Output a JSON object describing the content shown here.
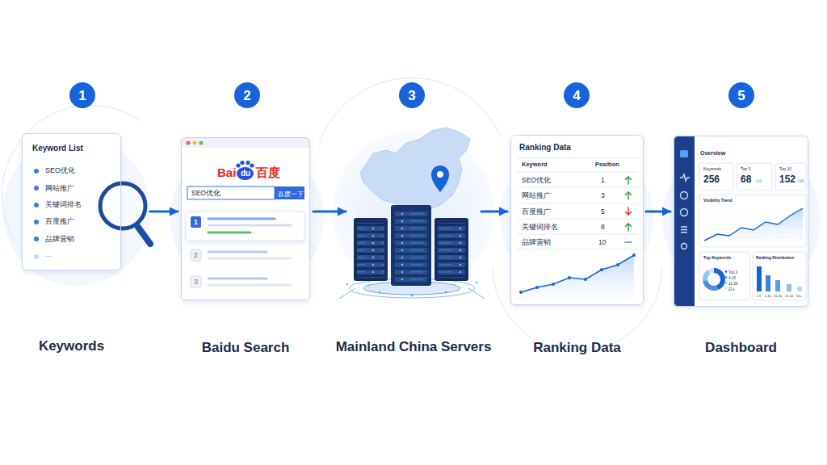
{
  "diagram": {
    "nodes": [
      {
        "text": [
          "1"
        ]
      },
      {
        "text": [
          "2"
        ]
      },
      {
        "text": [
          "3"
        ]
      },
      {
        "text": [
          "4"
        ]
      },
      {
        "text": [
          "5"
        ]
      },
      {
        "text": [
          "Keyword List",
          "SEO优化",
          "网站推广",
          "关键词排名",
          "百度推广",
          "品牌营销",
          "...",
          "Keywords"
        ]
      },
      {
        "text": [
          "Bai",
          "du",
          "百度",
          "SEO优化",
          "百度一下",
          "1",
          "2",
          "3",
          "Baidu Search"
        ]
      },
      {
        "text": [
          "Mainland China Servers"
        ]
      },
      {
        "text": [
          "Ranking Data",
          "Keyword",
          "Position",
          "SEO优化",
          "1",
          "网站推广",
          "3",
          "百度推广",
          "5",
          "关键词排名",
          "8",
          "品牌营销",
          "10",
          "Ranking Data"
        ]
      },
      {
        "text": [
          "Overview",
          "Keywords",
          "256",
          "Top 3",
          "68",
          "↑12",
          "Top 10",
          "152",
          "↑18",
          "Visibility Trend",
          "Top Keywords",
          "Top 3",
          "4-10",
          "11-20",
          "21+",
          "Ranking Distribution",
          "1-3",
          "4-10",
          "11-20",
          "21-50",
          "50+",
          "Dashboard"
        ]
      }
    ],
    "edges": [
      {
        "from": 5,
        "to": 6,
        "arrow": "to"
      },
      {
        "from": 6,
        "to": 7,
        "arrow": "to"
      },
      {
        "from": 7,
        "to": 8,
        "arrow": "to"
      },
      {
        "from": 8,
        "to": 9,
        "arrow": "to"
      }
    ]
  }
}
